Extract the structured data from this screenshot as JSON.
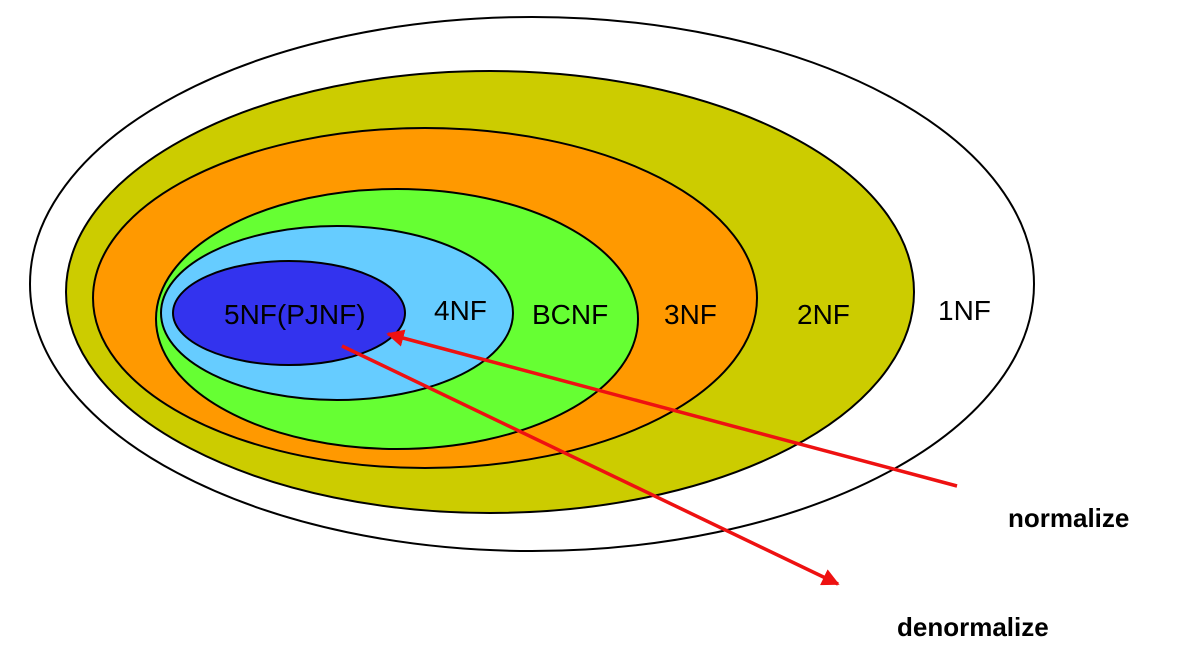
{
  "levels": [
    {
      "label": "1NF",
      "color": "#ffffff"
    },
    {
      "label": "2NF",
      "color": "#cccc00"
    },
    {
      "label": "3NF",
      "color": "#ff9900"
    },
    {
      "label": "BCNF",
      "color": "#66ff33"
    },
    {
      "label": "4NF",
      "color": "#66ccff"
    },
    {
      "label": "5NF(PJNF)",
      "color": "#3333ee"
    }
  ],
  "arrows": {
    "color": "#ee1111",
    "normalize_label": "normalize",
    "denormalize_label": "denormalize"
  }
}
